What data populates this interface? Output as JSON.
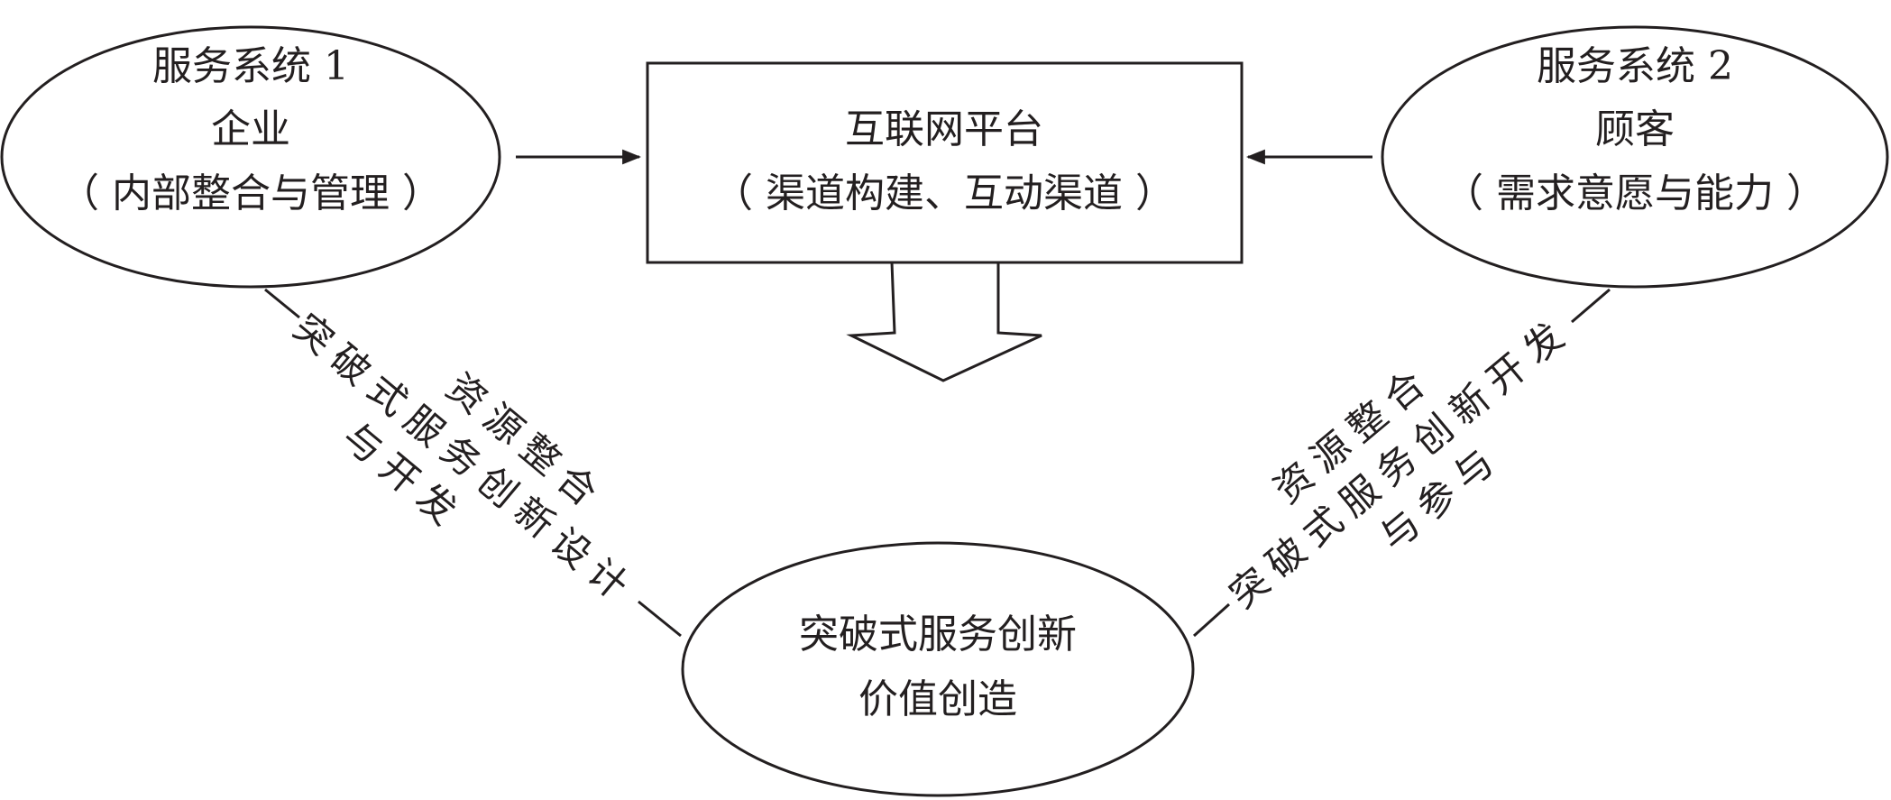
{
  "nodes": {
    "system1": {
      "lines": [
        "服务系统 1",
        "企业",
        "（ 内部整合与管理 ）"
      ]
    },
    "platform": {
      "lines": [
        "互联网平台",
        "（ 渠道构建、互动渠道 ）"
      ]
    },
    "system2": {
      "lines": [
        "服务系统 2",
        "顾客",
        "（ 需求意愿与能力 ）"
      ]
    },
    "outcome": {
      "lines": [
        "突破式服务创新",
        "价值创造"
      ]
    }
  },
  "edges": {
    "left": {
      "lines": [
        "资源整合",
        "突破式服务创新设计",
        "与开发"
      ]
    },
    "right": {
      "lines": [
        "资源整合",
        "突破式服务创新开发",
        "与参与"
      ]
    }
  },
  "colors": {
    "stroke": "#231f20",
    "background": "#ffffff"
  }
}
